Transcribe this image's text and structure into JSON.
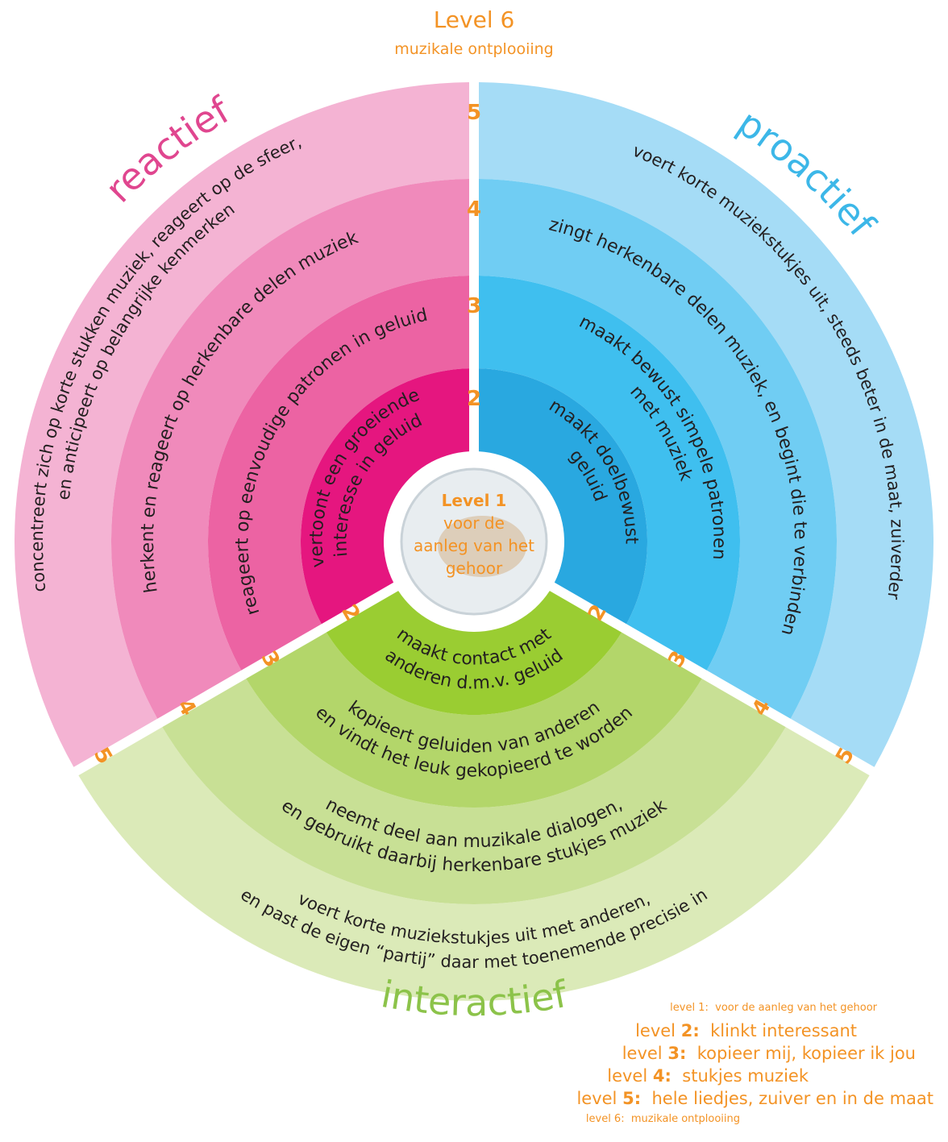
{
  "level6": {
    "title": "Level 6",
    "subtitle": "muzikale ontplooiing"
  },
  "center": {
    "lines": [
      "Level 1",
      "voor de",
      "aanleg van het",
      "gehoor"
    ]
  },
  "sectors": {
    "reactief": {
      "label": "reactief",
      "label_color": "#e0468f",
      "ring_colors": [
        "#e5167f",
        "#ec63a3",
        "#f08abb",
        "#f4b3d3"
      ],
      "statements": [
        [
          "vertoont een groeiende",
          "interesse in geluid"
        ],
        [
          "reageert op eenvoudige patronen in geluid"
        ],
        [
          "herkent en reageert op herkenbare delen muziek"
        ],
        [
          "concentreert zich op korte stukken muziek, reageert op de sfeer,",
          "en anticipeert op belangrijke kenmerken"
        ]
      ]
    },
    "proactief": {
      "label": "proactief",
      "label_color": "#3cb7e8",
      "ring_colors": [
        "#29a8e0",
        "#3fbfef",
        "#70cdf3",
        "#a5dcf6"
      ],
      "statements": [
        [
          "maakt doelbewust",
          "geluid"
        ],
        [
          "maakt bewust simpele patronen",
          "met muziek"
        ],
        [
          "zingt herkenbare delen muziek, en begint die te verbinden"
        ],
        [
          "voert korte muziekstukjes uit, steeds beter in de maat, zuiverder"
        ]
      ]
    },
    "interactief": {
      "label": "interactief",
      "label_color": "#8cc34a",
      "ring_colors": [
        "#9acd32",
        "#b3d66a",
        "#c8e095",
        "#dbeab8"
      ],
      "statements": [
        [
          "maakt contact met",
          "anderen d.m.v. geluid"
        ],
        [
          "kopieert geluiden van anderen",
          "en vindt het leuk gekopieerd te worden"
        ],
        [
          "neemt deel aan muzikale dialogen,",
          "en gebruikt daarbij herkenbare stukjes muziek"
        ],
        [
          "voert korte muziekstukjes uit met anderen,",
          "en past de eigen “partij” daar met toenemende precisie in"
        ]
      ]
    }
  },
  "ring_numbers": [
    "2",
    "3",
    "4",
    "5"
  ],
  "legend": [
    {
      "prefix": "level 1",
      "sep": ":",
      "text": "voor de aanleg van het gehoor"
    },
    {
      "prefix": "level ",
      "num": "2",
      "sep": ":",
      "text": "klinkt interessant"
    },
    {
      "prefix": "level ",
      "num": "3",
      "sep": ":",
      "text": "kopieer mij, kopieer ik jou"
    },
    {
      "prefix": "level ",
      "num": "4",
      "sep": ":",
      "text": "stukjes muziek"
    },
    {
      "prefix": "level ",
      "num": "5",
      "sep": ":",
      "text": "hele liedjes, zuiver en in de maat"
    },
    {
      "prefix": "level 6",
      "sep": ":",
      "text": "muzikale ontplooiing"
    }
  ]
}
